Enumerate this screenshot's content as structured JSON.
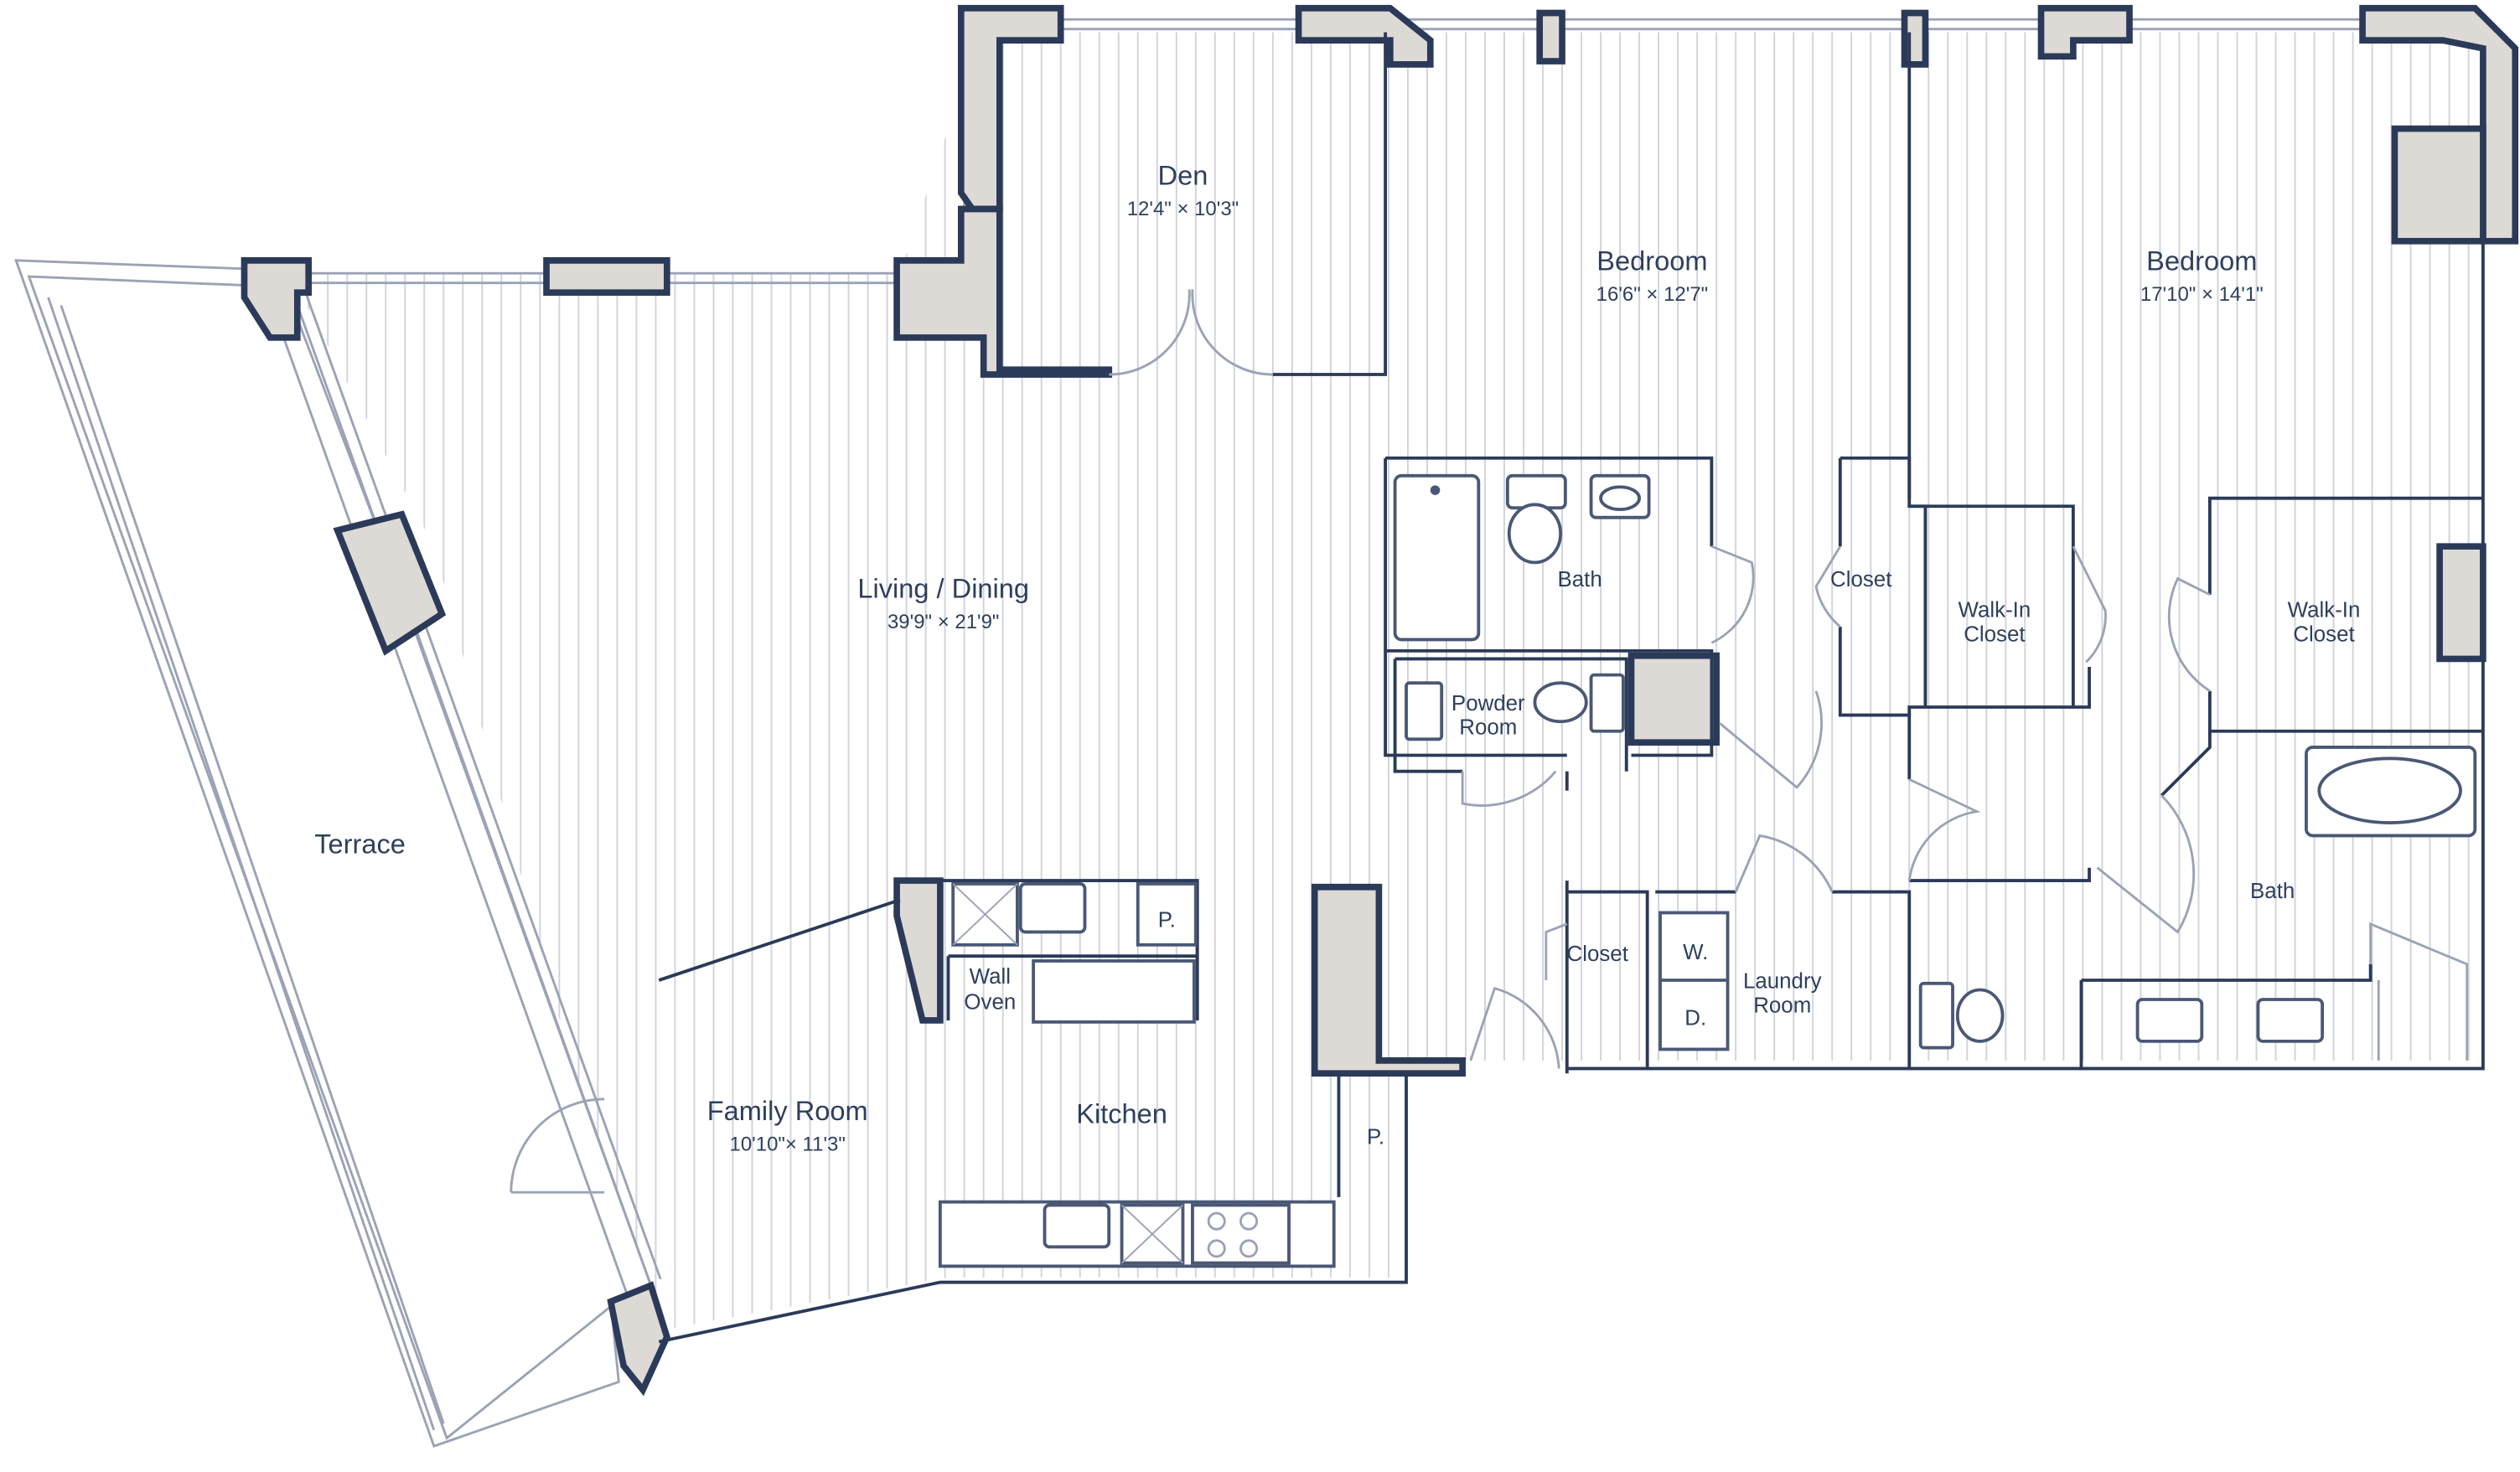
{
  "rooms": {
    "den": {
      "name": "Den",
      "dims": "12'4\" × 10'3\""
    },
    "bedroom1": {
      "name": "Bedroom",
      "dims": "16'6\" × 12'7\""
    },
    "bedroom2": {
      "name": "Bedroom",
      "dims": "17'10\" × 14'1\""
    },
    "living": {
      "name": "Living / Dining",
      "dims": "39'9\" × 21'9\""
    },
    "family": {
      "name": "Family Room",
      "dims": "10'10\"× 11'3\""
    },
    "kitchen": {
      "name": "Kitchen"
    },
    "terrace": {
      "name": "Terrace"
    },
    "bath1": {
      "name": "Bath"
    },
    "bath2": {
      "name": "Bath"
    },
    "powder": {
      "line1": "Powder",
      "line2": "Room"
    },
    "closet1": {
      "name": "Closet"
    },
    "closet2": {
      "name": "Closet"
    },
    "walkin1": {
      "line1": "Walk-In",
      "line2": "Closet"
    },
    "walkin2": {
      "line1": "Walk-In",
      "line2": "Closet"
    },
    "laundry": {
      "line1": "Laundry",
      "line2": "Room"
    },
    "washer": {
      "label": "W."
    },
    "dryer": {
      "label": "D."
    },
    "pantry1": {
      "label": "P."
    },
    "pantry2": {
      "label": "P."
    },
    "wall_oven": {
      "line1": "Wall",
      "line2": "Oven"
    }
  },
  "colors": {
    "wall_fill": "#ddd9d5",
    "wall_stroke": "#2b3a58",
    "label": "#2e3f5c",
    "floor_lines": "#cfd3db"
  }
}
